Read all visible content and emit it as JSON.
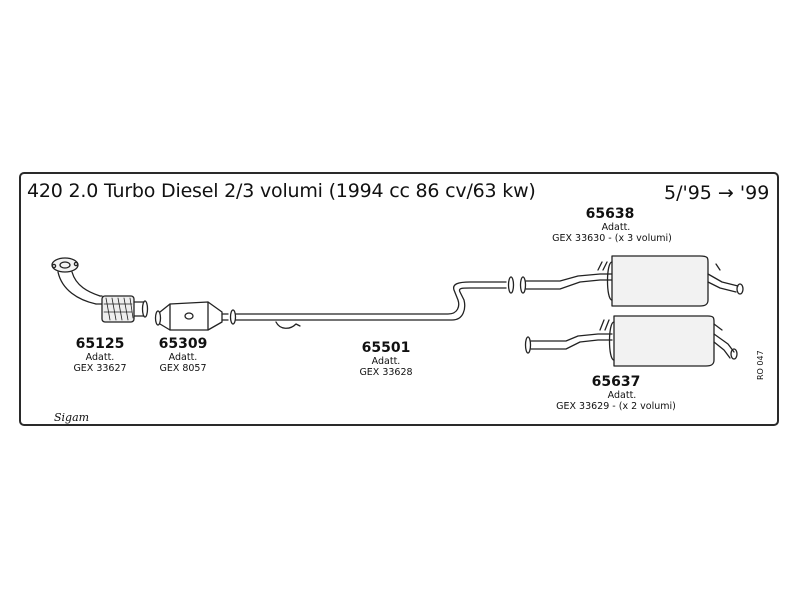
{
  "header": {
    "title": "420 2.0 Turbo Diesel 2/3 volumi (1994 cc 86 cv/63 kw)",
    "period": "5/'95 → '99"
  },
  "parts": [
    {
      "code": "65125",
      "note": "Adatt.",
      "ref": "GEX 33627"
    },
    {
      "code": "65309",
      "note": "Adatt.",
      "ref": "GEX 8057"
    },
    {
      "code": "65501",
      "note": "Adatt.",
      "ref": "GEX 33628"
    },
    {
      "code": "65638",
      "note": "Adatt.",
      "ref": "GEX 33630 - (x 3 volumi)"
    },
    {
      "code": "65637",
      "note": "Adatt.",
      "ref": "GEX 33629 - (x 2 volumi)"
    }
  ],
  "footer": {
    "brand": "Sigam",
    "sheet_ref": "RO 047"
  }
}
